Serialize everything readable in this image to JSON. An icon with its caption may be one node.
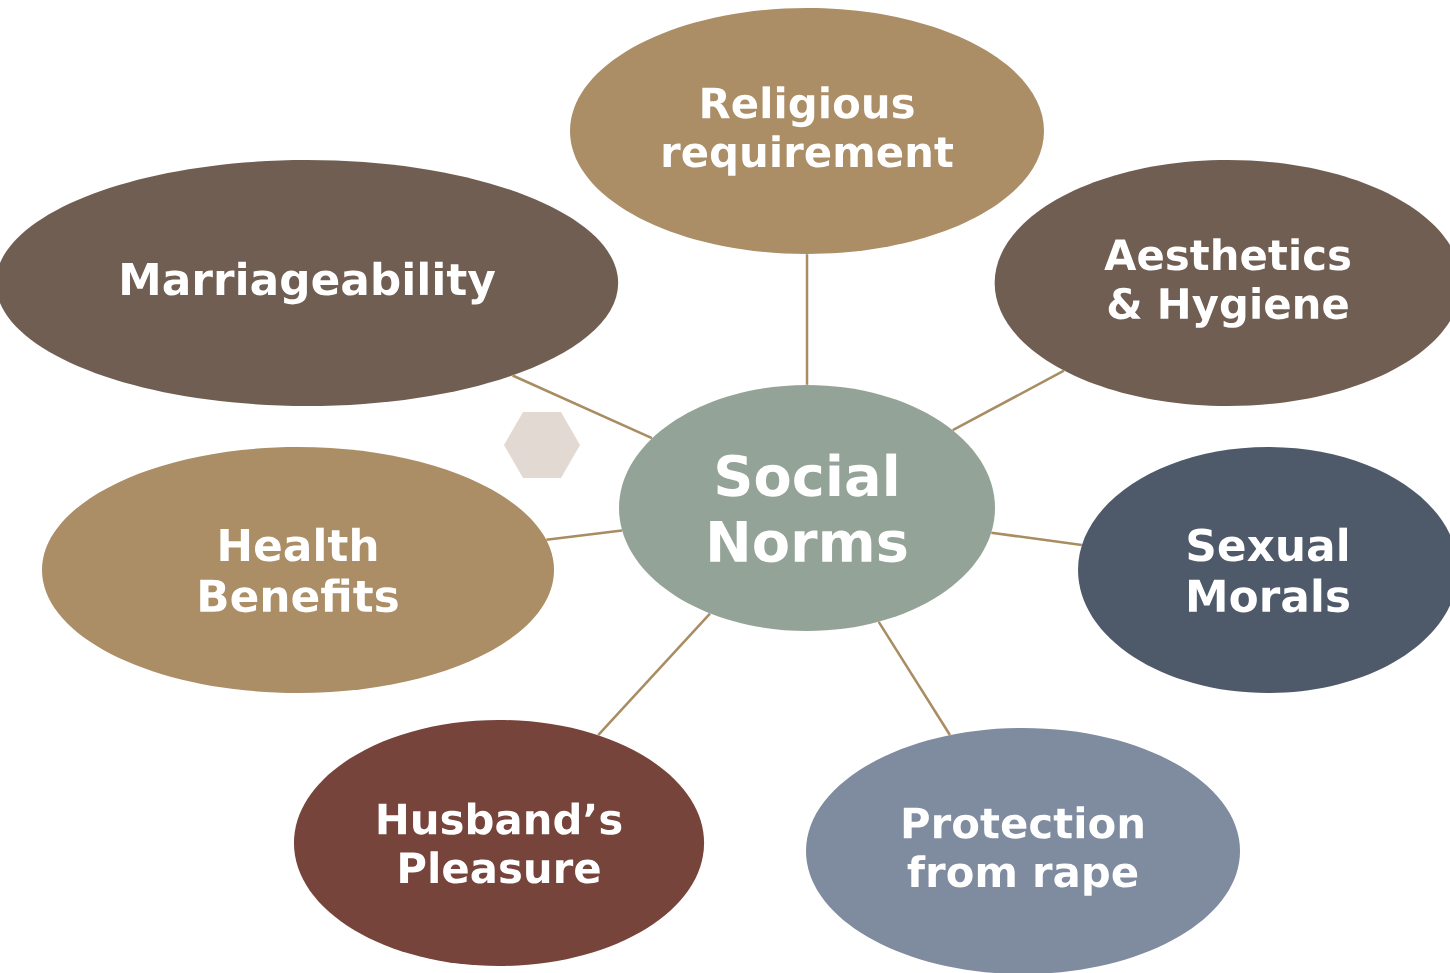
{
  "diagram": {
    "nodes": [
      {
        "text": [
          "Social Norms"
        ]
      },
      {
        "text": [
          "Religious requirement"
        ]
      },
      {
        "text": [
          "Aesthetics & Hygiene"
        ]
      },
      {
        "text": [
          "Sexual Morals"
        ]
      },
      {
        "text": [
          "Protection from rape"
        ]
      },
      {
        "text": [
          "Husband’s Pleasure"
        ]
      },
      {
        "text": [
          "Health Benefits"
        ]
      },
      {
        "text": [
          "Marriageability"
        ]
      },
      {
        "text": [],
        "shape": "hexagon"
      }
    ],
    "edges": [
      {
        "from": 0,
        "to": 1,
        "arrow": "none"
      },
      {
        "from": 0,
        "to": 2,
        "arrow": "none"
      },
      {
        "from": 0,
        "to": 3,
        "arrow": "none"
      },
      {
        "from": 0,
        "to": 4,
        "arrow": "none"
      },
      {
        "from": 0,
        "to": 5,
        "arrow": "none"
      },
      {
        "from": 0,
        "to": 6,
        "arrow": "none"
      },
      {
        "from": 0,
        "to": 7,
        "arrow": "none"
      }
    ]
  }
}
